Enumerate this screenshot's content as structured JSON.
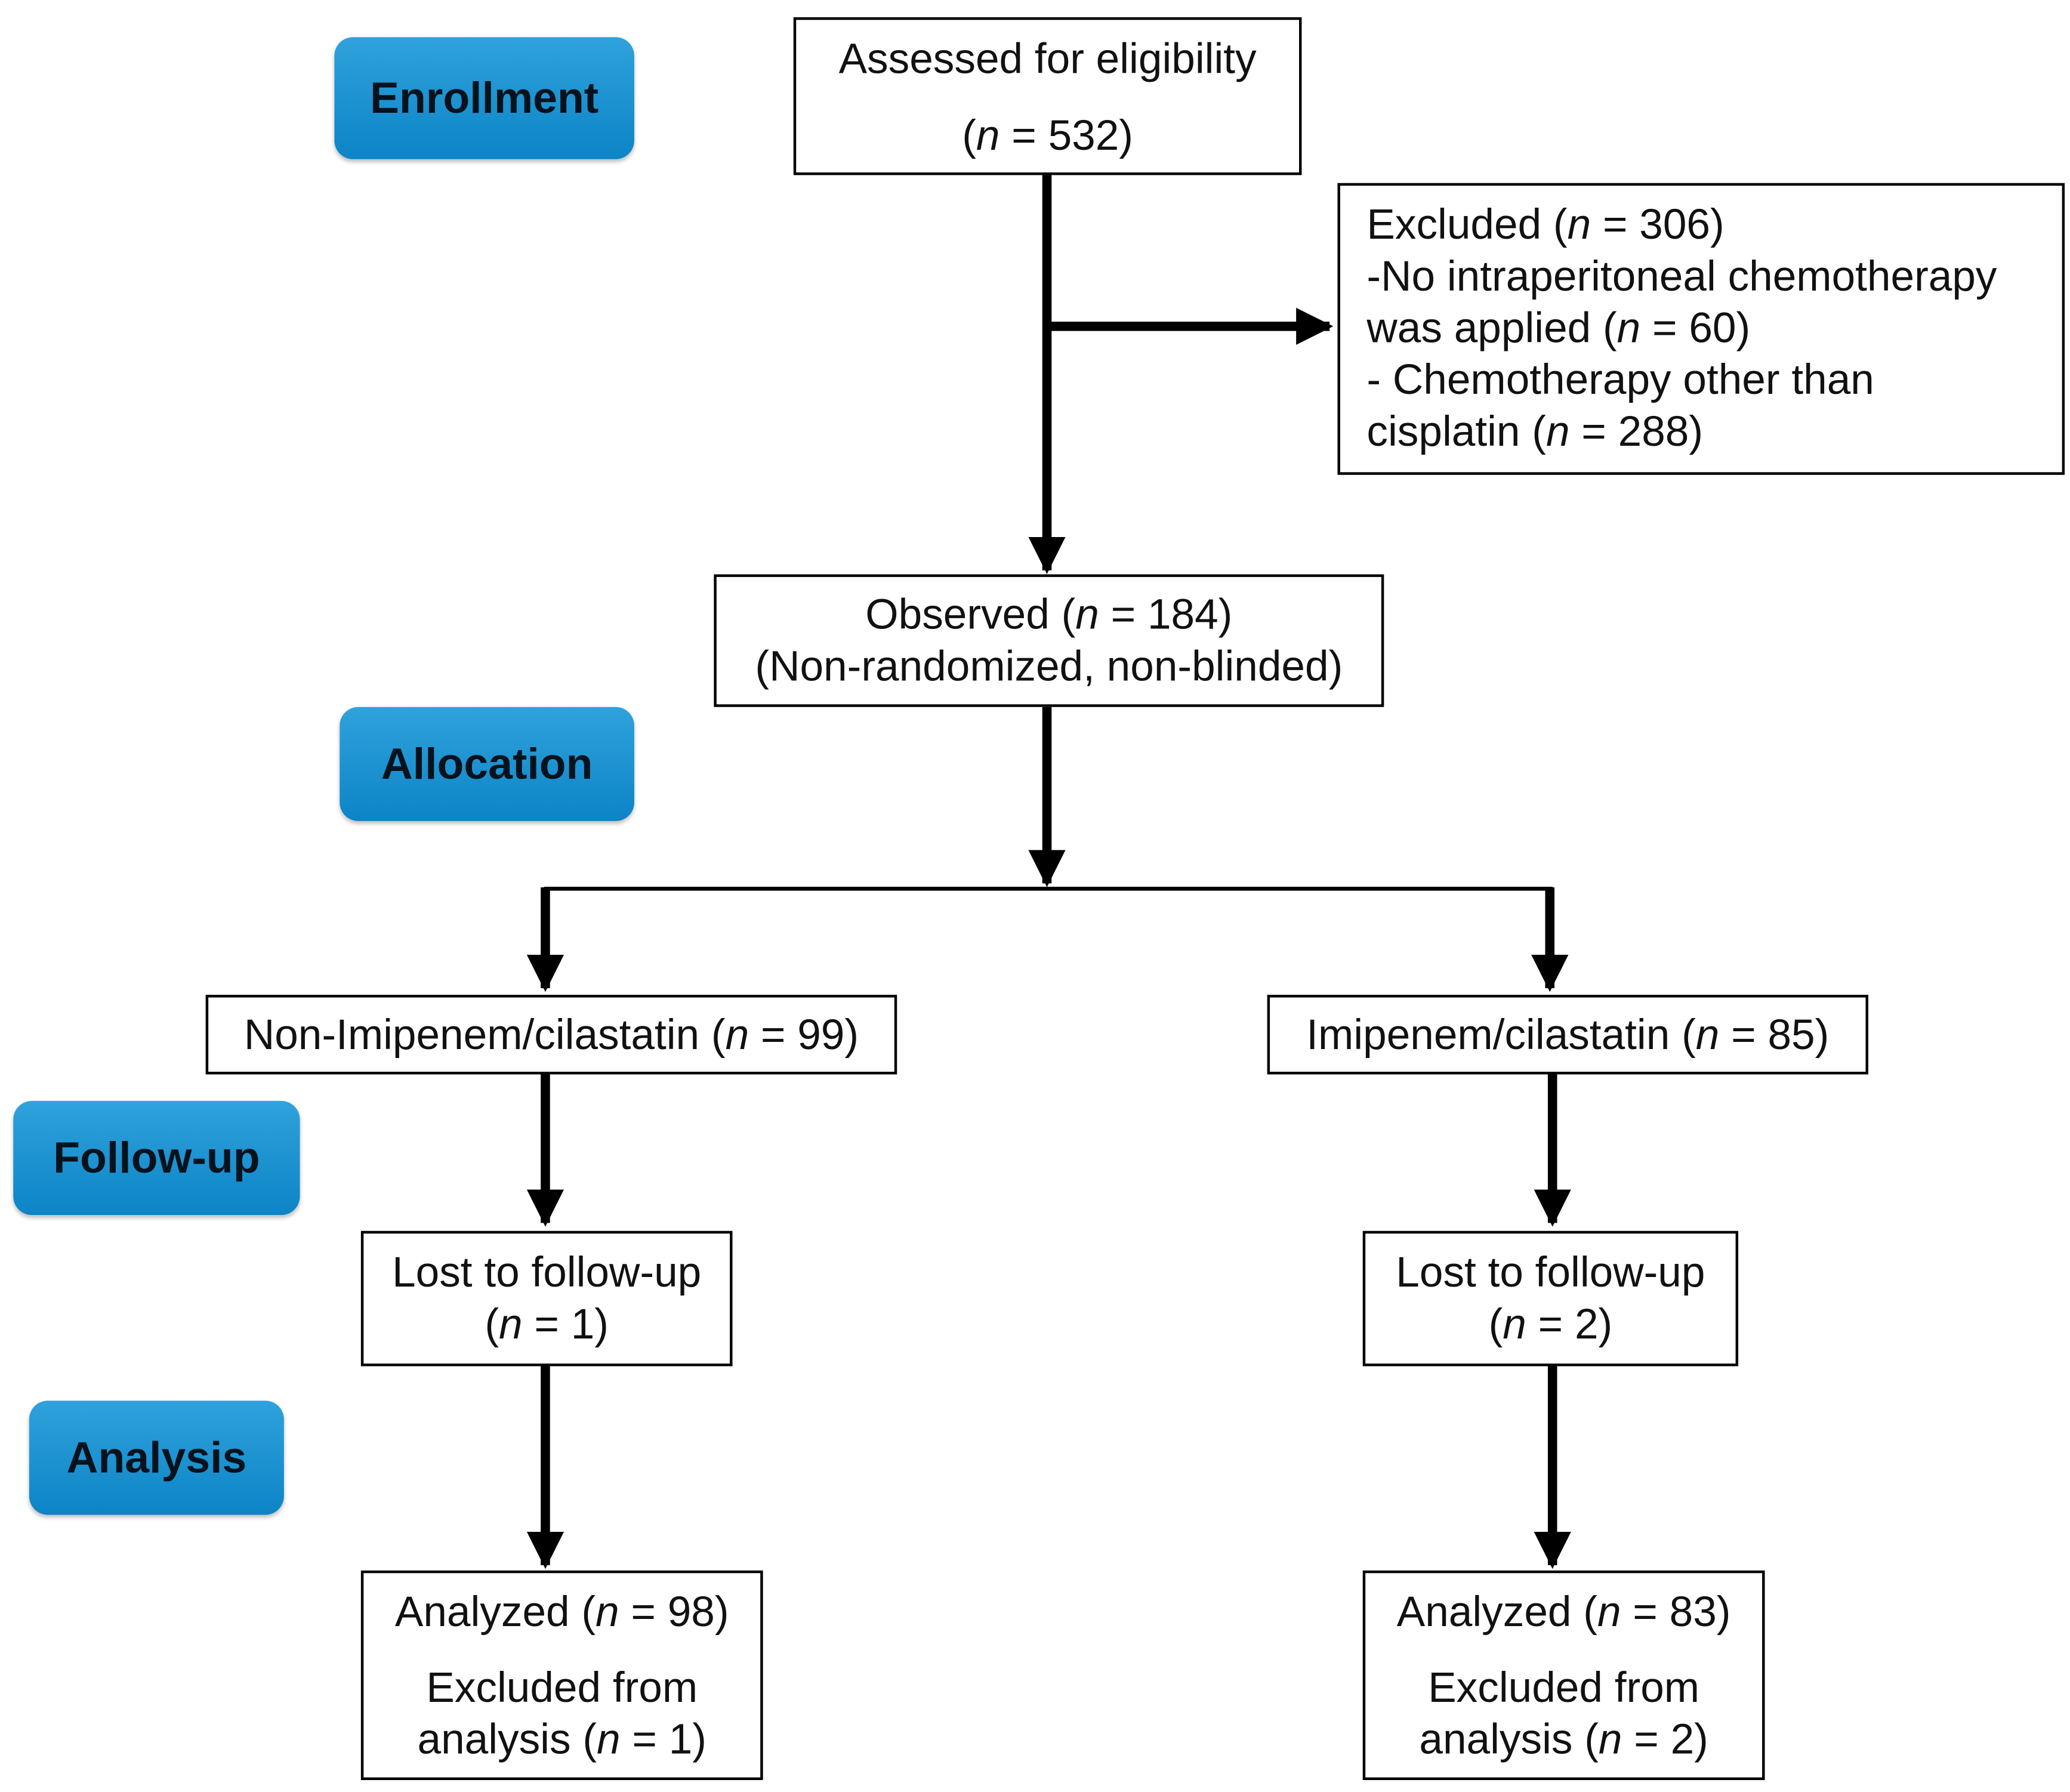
{
  "stages": {
    "enrollment": "Enrollment",
    "allocation": "Allocation",
    "follow_up": "Follow-up",
    "analysis": "Analysis"
  },
  "n_symbol": "n",
  "assessed": {
    "label": "Assessed for eligibility",
    "open": "(",
    "count": " = 532)"
  },
  "excluded": {
    "title": "Excluded (",
    "title_count": " = 306)",
    "reason1_line1": "-No intraperitoneal chemotherapy",
    "reason1_line2": "was applied  (",
    "reason1_count": " = 60)",
    "reason2_line1": "- Chemotherapy  other  than",
    "reason2_line2": "cisplatin (",
    "reason2_count": " = 288)"
  },
  "observed": {
    "line1": "Observed (",
    "line1_count": " = 184)",
    "line2": "(Non-randomized,  non-blinded)"
  },
  "arms": [
    {
      "group": "Non-Imipenem/cilastatin  (",
      "group_count": " = 99)",
      "lost_label": "Lost to follow-up",
      "lost_open": "(",
      "lost_count": " = 1)",
      "analyzed": "Analyzed  (",
      "analyzed_count": " = 98)",
      "excl_line1": "Excluded from",
      "excl_line2": "analysis  (",
      "excl_count": " = 1)"
    },
    {
      "group": "Imipenem/cilastatin  (",
      "group_count": " = 85)",
      "lost_label": "Lost to follow-up",
      "lost_open": "(",
      "lost_count": " = 2)",
      "analyzed": "Analyzed  (",
      "analyzed_count": " = 83)",
      "excl_line1": "Excluded from",
      "excl_line2": "analysis  (",
      "excl_count": " = 2)"
    }
  ],
  "colors": {
    "stage_fill": "#1a93d3",
    "line": "#000000"
  }
}
